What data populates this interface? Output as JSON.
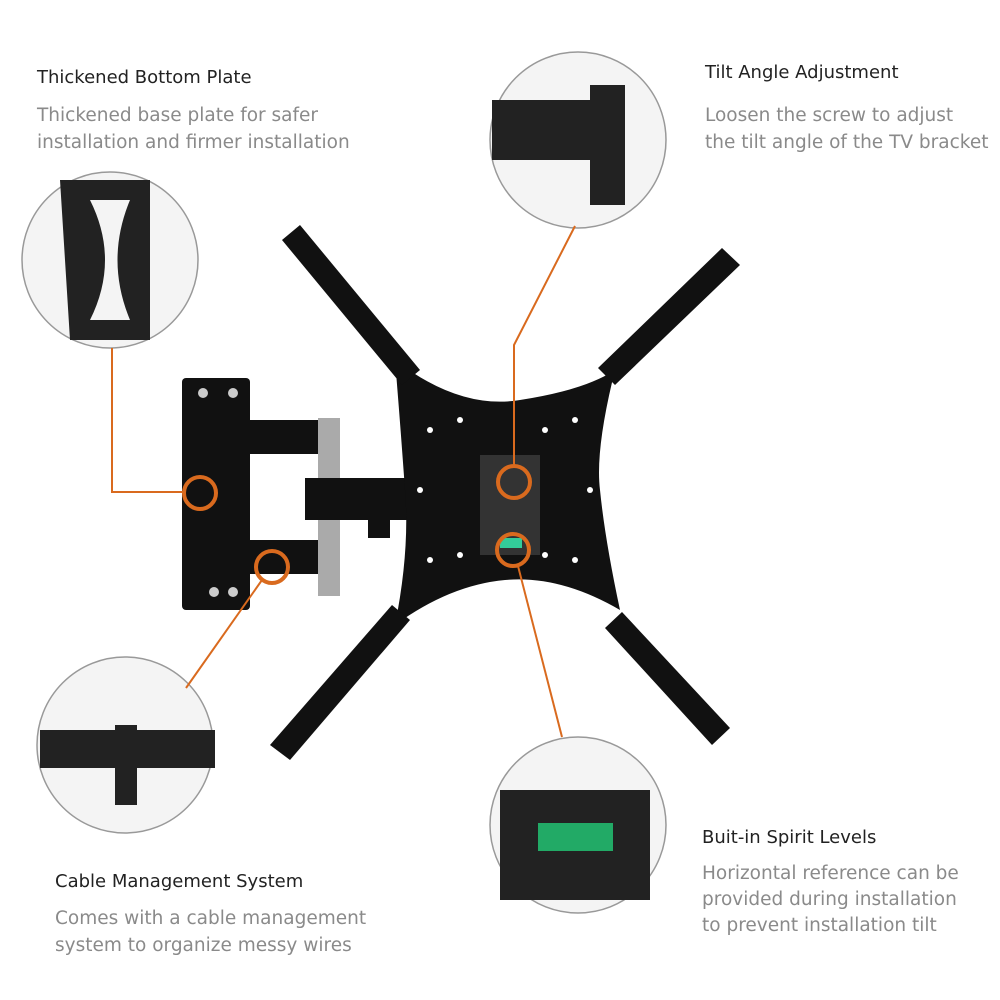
{
  "colors": {
    "accent": "#d96a1e",
    "title": "#222222",
    "desc": "#8a8a8a",
    "product": "#111111"
  },
  "features": [
    {
      "title": "Thickened Bottom Plate",
      "desc": [
        "Thickened base plate for safer",
        "installation and firmer installation"
      ]
    },
    {
      "title": "Tilt Angle Adjustment",
      "desc": [
        "Loosen the screw to adjust",
        "the tilt angle of the TV bracket"
      ]
    },
    {
      "title": "Cable Management System",
      "desc": [
        "Comes with a cable management",
        "system to organize messy wires"
      ]
    },
    {
      "title": "Buit-in Spirit Levels",
      "desc": [
        "Horizontal reference can be",
        "provided during installation",
        "to prevent installation tilt"
      ]
    }
  ]
}
